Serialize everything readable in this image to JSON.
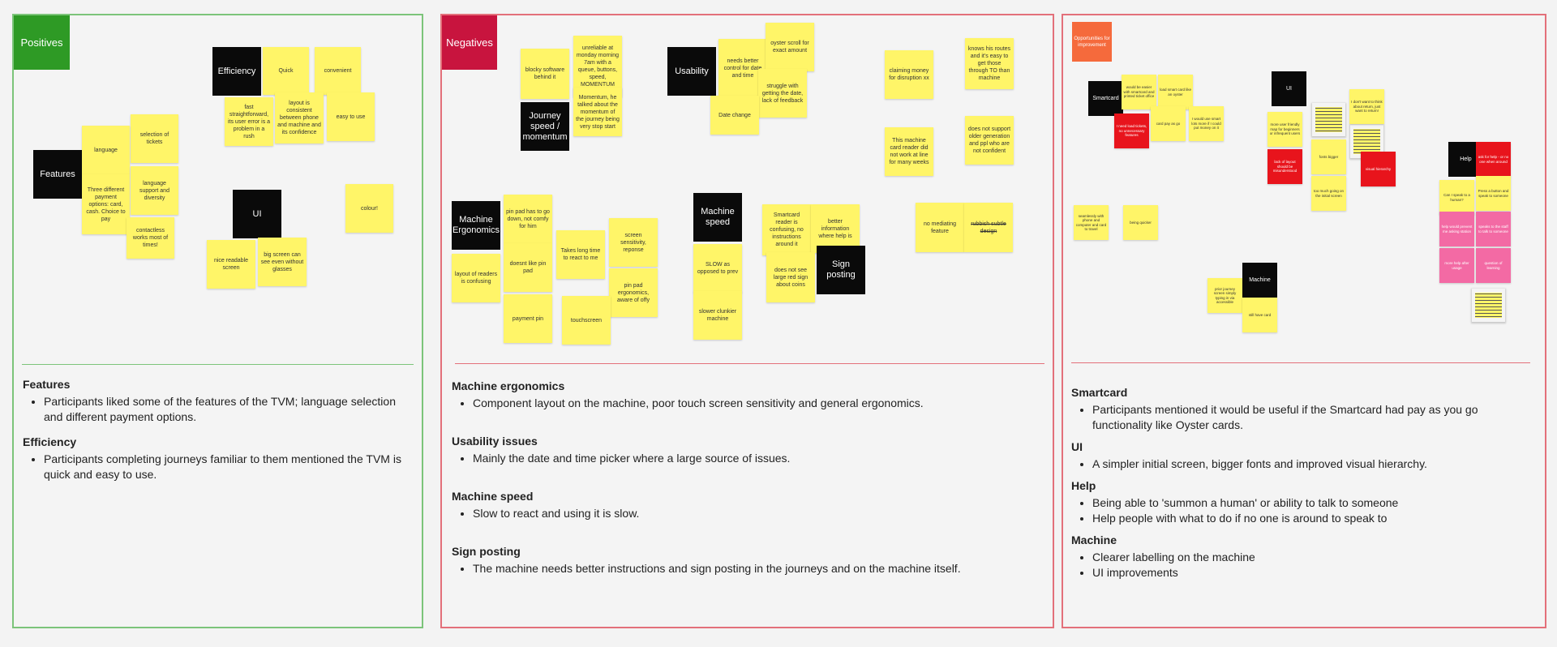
{
  "positives": {
    "tag": "Positives",
    "heads": {
      "efficiency": "Efficiency",
      "features": "Features",
      "ui": "UI"
    },
    "stickies": {
      "quick": "Quick",
      "convenient": "convenient",
      "fast_straightforward": "fast straightforward, its user error is a problem in a rush",
      "layout_consistent": "layout is consistent between phone and machine and its confidence",
      "easy_to_use": "easy to use",
      "selection_of_tickets": "selection of tickets",
      "language": "language",
      "three_payment": "Three different payment options: card, cash. Choice to pay",
      "language_support": "language support and diversity",
      "contactless": "contactless works most of times!",
      "colour": "colour!",
      "nice_readable": "nice readable screen",
      "big_screen": "big screen can see even without glasses"
    },
    "notes": [
      {
        "title": "Features",
        "bullets": [
          "Participants liked some of the features of the TVM; language selection and different payment options."
        ]
      },
      {
        "title": "Efficiency",
        "bullets": [
          "Participants completing journeys familiar to them mentioned the TVM is quick and easy to use."
        ]
      }
    ]
  },
  "negatives": {
    "tag": "Negatives",
    "heads": {
      "journey": "Journey speed / momentum",
      "usability": "Usability",
      "ergonomics": "Machine Ergonomics",
      "speed": "Machine speed",
      "sign_posting": "Sign posting"
    },
    "stickies": {
      "blocky": "blocky software behind it",
      "unreliable": "unreliable at monday morning 7am with a queue, buttons, speed, MOMENTUM",
      "momentum_talked": "Momentum, he talked about the momentum of the journey being very stop start",
      "needs_control": "needs better control for date and time",
      "oyster_scroll": "oyster scroll for exact amount",
      "struggle": "struggle with getting the date, lack of feedback",
      "date_change": "Date change",
      "claiming_money": "claiming money for disruption xx",
      "knows_routes": "knows his routes and it's easy to get those through TO than machine",
      "card_reader_week": "This machine card reader did not work at line for many weeks",
      "older_generation": "does not support older generation and ppl who are not confident",
      "pin_pad_go_down": "pin pad has to go down, not comfy for him",
      "screen_sensitivity": "screen sensitivity, reponse",
      "takes_long": "Takes long time to react to me",
      "doesnt_like_pin": "doesnt like pin pad",
      "layout_readers": "layout of readers is confusing",
      "pin_pad_ergonomic": "pin pad ergonomics, aware of offy",
      "payment_pin": "payment pin",
      "touchscreen": "touchscreen",
      "smartcard_reader": "Smartcard reader is confusing, no instructions around it",
      "better_information": "better information where help is",
      "slow_as_opposed": "SLOW as opposed to prev",
      "red_sign_coins": "does not see large red sign about coins",
      "slower_clunkier": "slower clunkier machine",
      "no_mediating": "no mediating feature",
      "crossed": "rubbish subtle design"
    },
    "notes": [
      {
        "title": "Machine ergonomics",
        "bullets": [
          "Component layout on the machine, poor touch screen sensitivity and general ergonomics."
        ]
      },
      {
        "title": "Usability issues",
        "bullets": [
          "Mainly the date and time picker where a large source of issues."
        ]
      },
      {
        "title": "Machine speed",
        "bullets": [
          "Slow to react and using it is slow."
        ]
      },
      {
        "title": "Sign posting",
        "bullets": [
          "The machine needs better instructions and sign posting in the journeys and on the machine itself."
        ]
      }
    ]
  },
  "opportunities": {
    "tag": "Opportunities for improvement",
    "heads": {
      "smartcard": "Smartcard",
      "ui": "UI",
      "help": "Help",
      "machine": "Machine"
    },
    "stickies": {
      "s1": "would be easier with smartcard and printed ticket office",
      "s2": "I need load tickets, no unnecessary features",
      "s3": "load smart card like an oyster",
      "s4": "card pay as go",
      "s5": "I would use smart lots more if I could put money on it",
      "s6": "more user friendly map for beginners or infrequent users",
      "s7": "lack of layout should be misunderstood",
      "s8": "fonts bigger",
      "s9": "too much going on the initial screen",
      "s10": "I don't want to think about return, just want to return!",
      "s11": "visual hierarchy",
      "s12": "seamlessly with phone and computer and card to travel",
      "s13": "being quicker",
      "s14": "prior journey screen simply typing in via accessible",
      "s15": "still have card",
      "s16": "Can I speak to a human?",
      "s17": "Press a button and speak to someone",
      "s18": "help would prevent me asking station",
      "s19": "speaks to the staff to talk to someone",
      "s20": "more help after usage",
      "s21": "question of learning",
      "s22": "ask for help - or no one when around",
      "s23": ""
    },
    "notes": [
      {
        "title": "Smartcard",
        "bullets": [
          "Participants mentioned it would be useful if the Smartcard had pay as you go functionality like Oyster cards."
        ]
      },
      {
        "title": "UI",
        "bullets": [
          "A simpler initial screen, bigger fonts and improved visual hierarchy."
        ]
      },
      {
        "title": "Help",
        "bullets": [
          "Being able to 'summon a human' or ability to talk to someone",
          "Help people with what to do if no one is around to speak to"
        ]
      },
      {
        "title": "Machine",
        "bullets": [
          "Clearer labelling on the machine",
          "UI improvements"
        ]
      }
    ]
  }
}
